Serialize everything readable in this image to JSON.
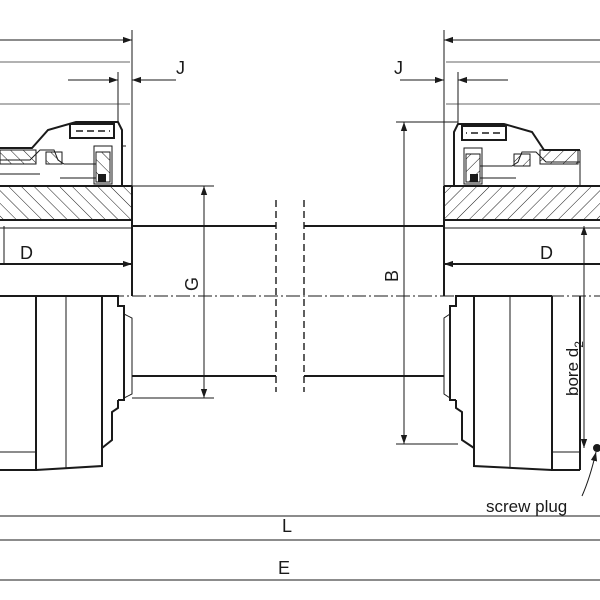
{
  "labels": {
    "j_left": "J",
    "j_right": "J",
    "d_left": "D",
    "d_right": "D",
    "g": "G",
    "b": "B",
    "bore_main": "bore d",
    "bore_sub": "2",
    "screw_plug": "screw plug",
    "l": "L",
    "e": "E"
  },
  "colors": {
    "line": "#1a1a1a",
    "background": "#ffffff"
  }
}
